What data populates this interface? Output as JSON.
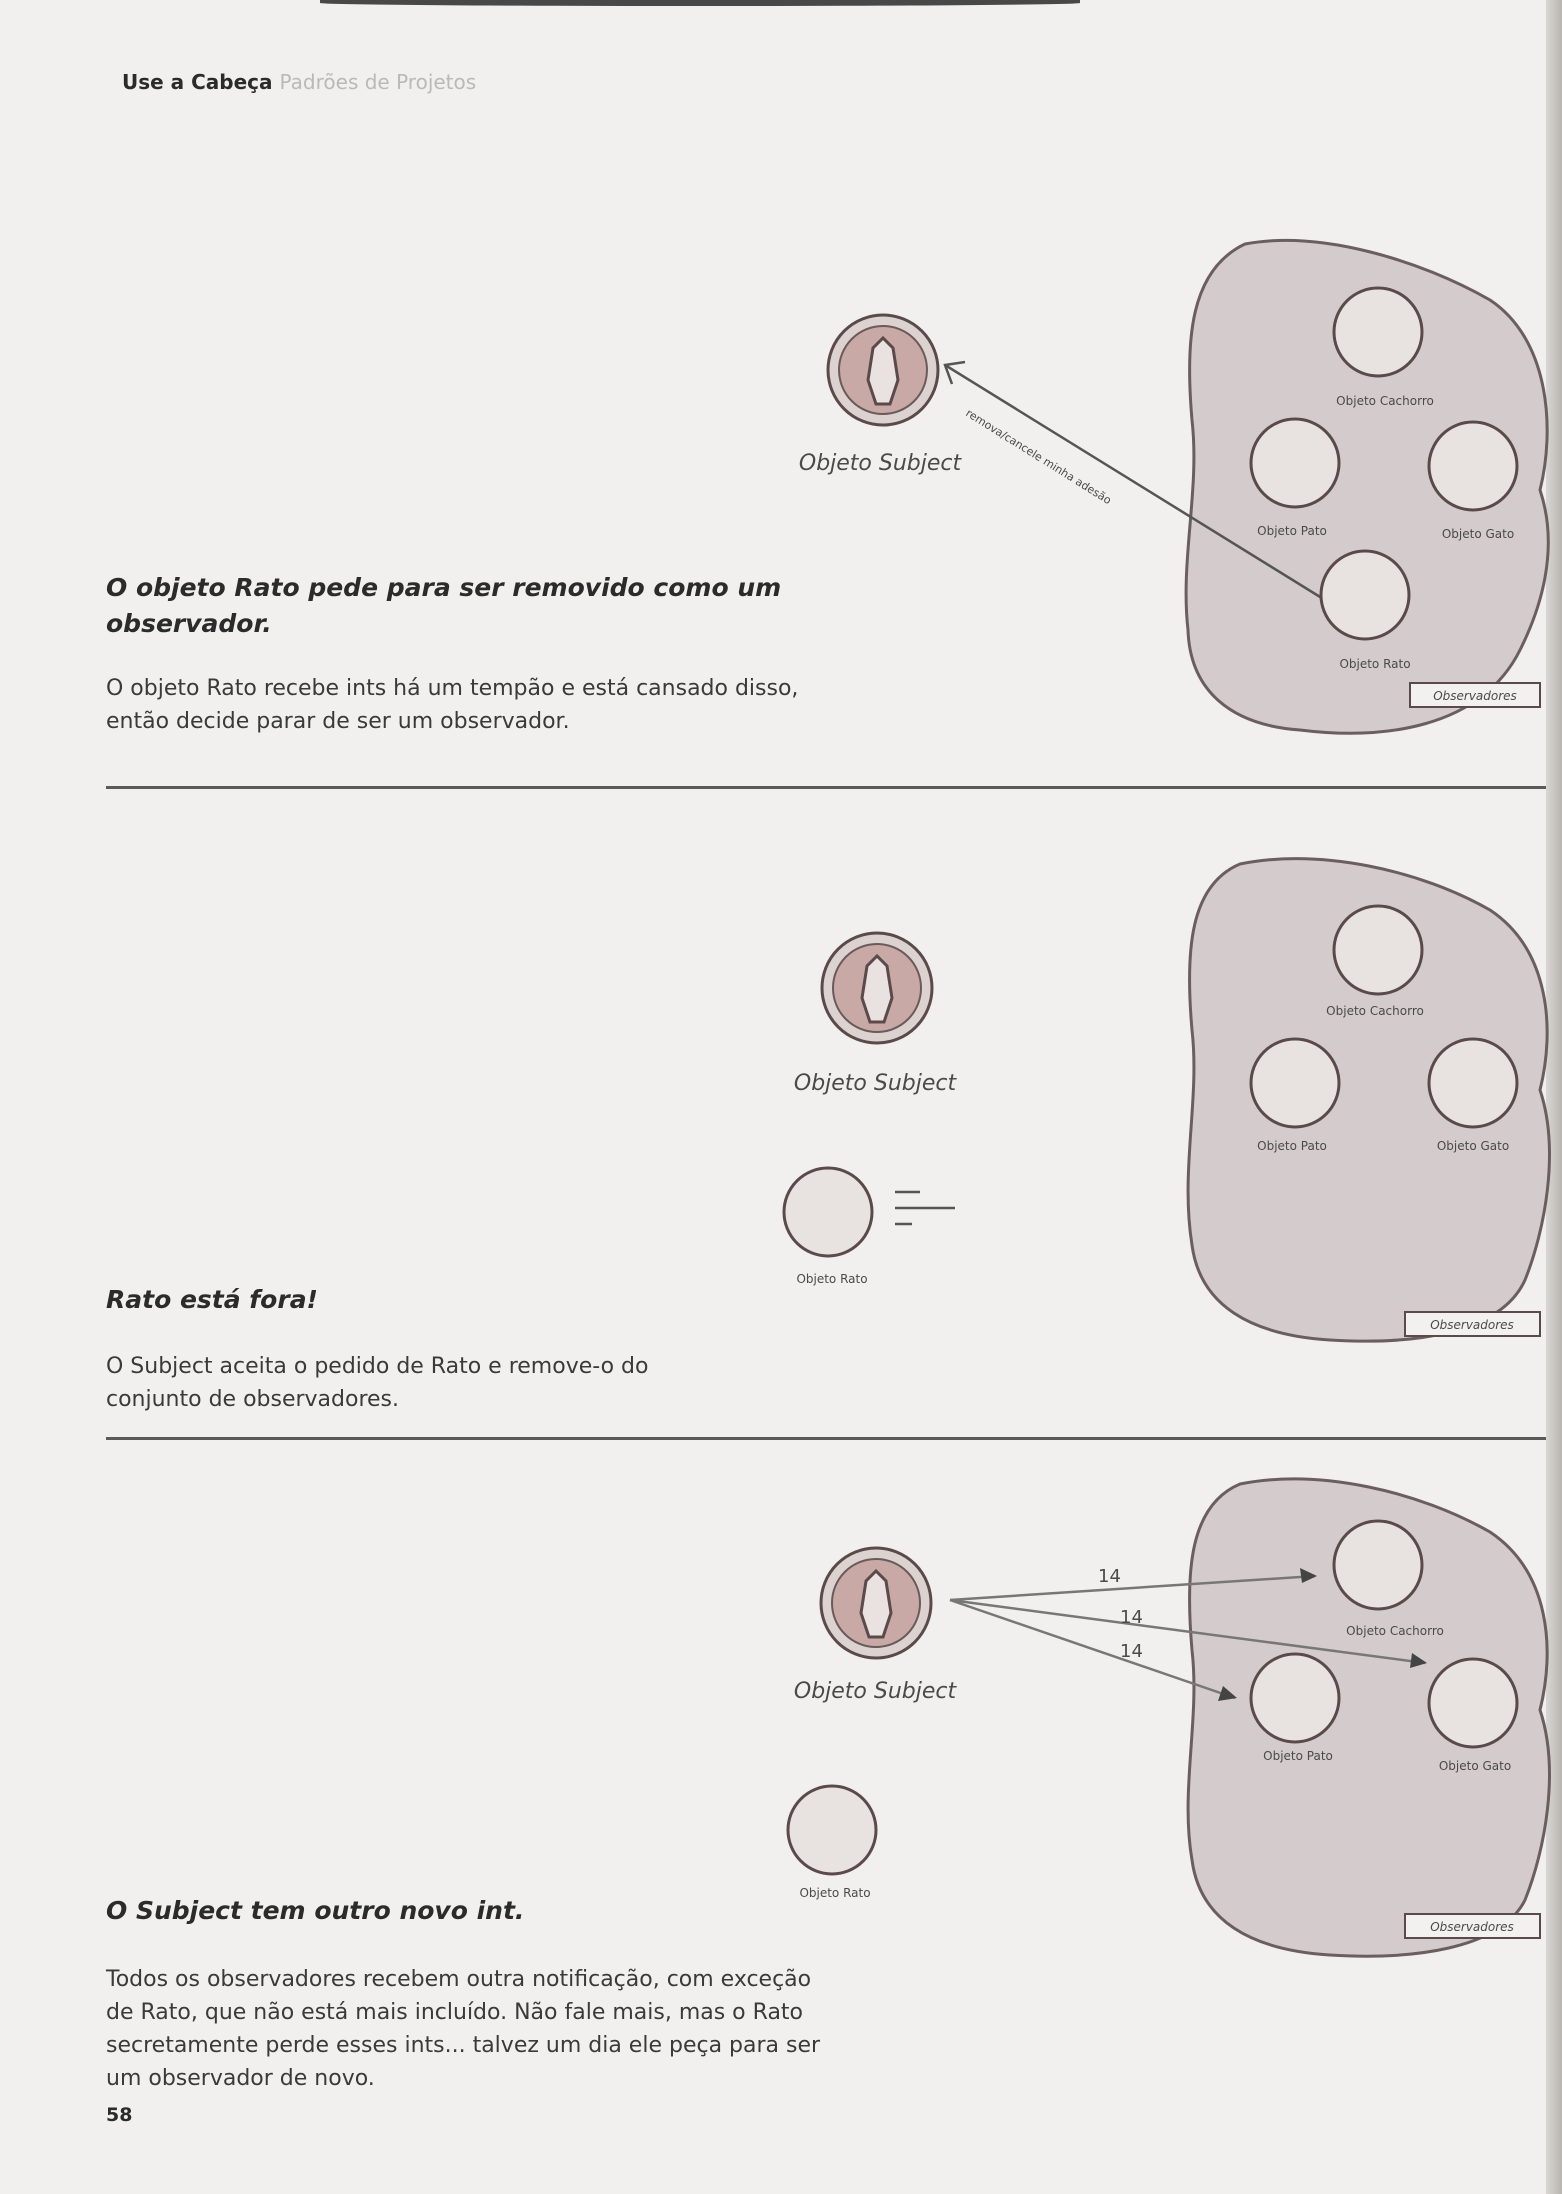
{
  "header": {
    "book_title": "Use a Cabeça",
    "book_subtitle": "Padrões de Projetos"
  },
  "page_number": "58",
  "colors": {
    "observers_blob": "#d4cccc",
    "circle_fill": "#e8e2e0",
    "circle_stroke": "#5a4a4a",
    "subject_ring": "#c9a9a6"
  },
  "panels": [
    {
      "title": "O objeto Rato pede para ser removido como um observador.",
      "body": "O objeto Rato recebe ints há um tempão e está cansado disso, então decide parar de ser um observador.",
      "subject_label": "Objeto Subject",
      "arrow_label": "remova/cancele minha adesão",
      "observers_label": "Observadores",
      "observers": [
        "Objeto Cachorro",
        "Objeto Pato",
        "Objeto Gato",
        "Objeto Rato"
      ]
    },
    {
      "title": "Rato está fora!",
      "body": "O Subject aceita o pedido de Rato e remove-o do conjunto de observadores.",
      "subject_label": "Objeto Subject",
      "removed_label": "Objeto Rato",
      "observers_label": "Observadores",
      "observers": [
        "Objeto Cachorro",
        "Objeto Pato",
        "Objeto Gato"
      ]
    },
    {
      "title": "O Subject tem outro novo int.",
      "body": "Todos os observadores recebem outra notificação, com exceção de Rato, que não está mais incluído. Não fale mais, mas o Rato secretamente perde esses ints... talvez um dia ele peça para ser um observador de novo.",
      "subject_label": "Objeto Subject",
      "removed_label": "Objeto Rato",
      "observers_label": "Observadores",
      "observers": [
        "Objeto Cachorro",
        "Objeto Pato",
        "Objeto Gato"
      ],
      "notification_values": [
        "14",
        "14",
        "14"
      ]
    }
  ]
}
